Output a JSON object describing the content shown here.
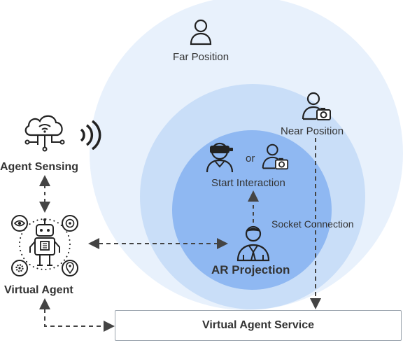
{
  "labels": {
    "far_position": "Far Position",
    "near_position": "Near Position",
    "or_text": "or",
    "start_interaction": "Start Interaction",
    "socket_connection": "Socket Connection",
    "ar_projection": "AR Projection",
    "agent_sensing": "Agent Sensing",
    "virtual_agent": "Virtual Agent",
    "virtual_agent_service": "Virtual Agent Service"
  },
  "colors": {
    "outer_zone": "#e8f1fc",
    "middle_zone": "#c9def8",
    "inner_zone": "#8fb8f2",
    "connector": "#444444"
  },
  "icons": [
    "user-icon",
    "user-camera-icon",
    "vr-headset-user-icon",
    "businessman-icon",
    "cloud-wifi-icon",
    "signal-waves-icon",
    "robot-icon",
    "eye-icon",
    "target-icon",
    "gear-icon",
    "location-pin-icon"
  ]
}
